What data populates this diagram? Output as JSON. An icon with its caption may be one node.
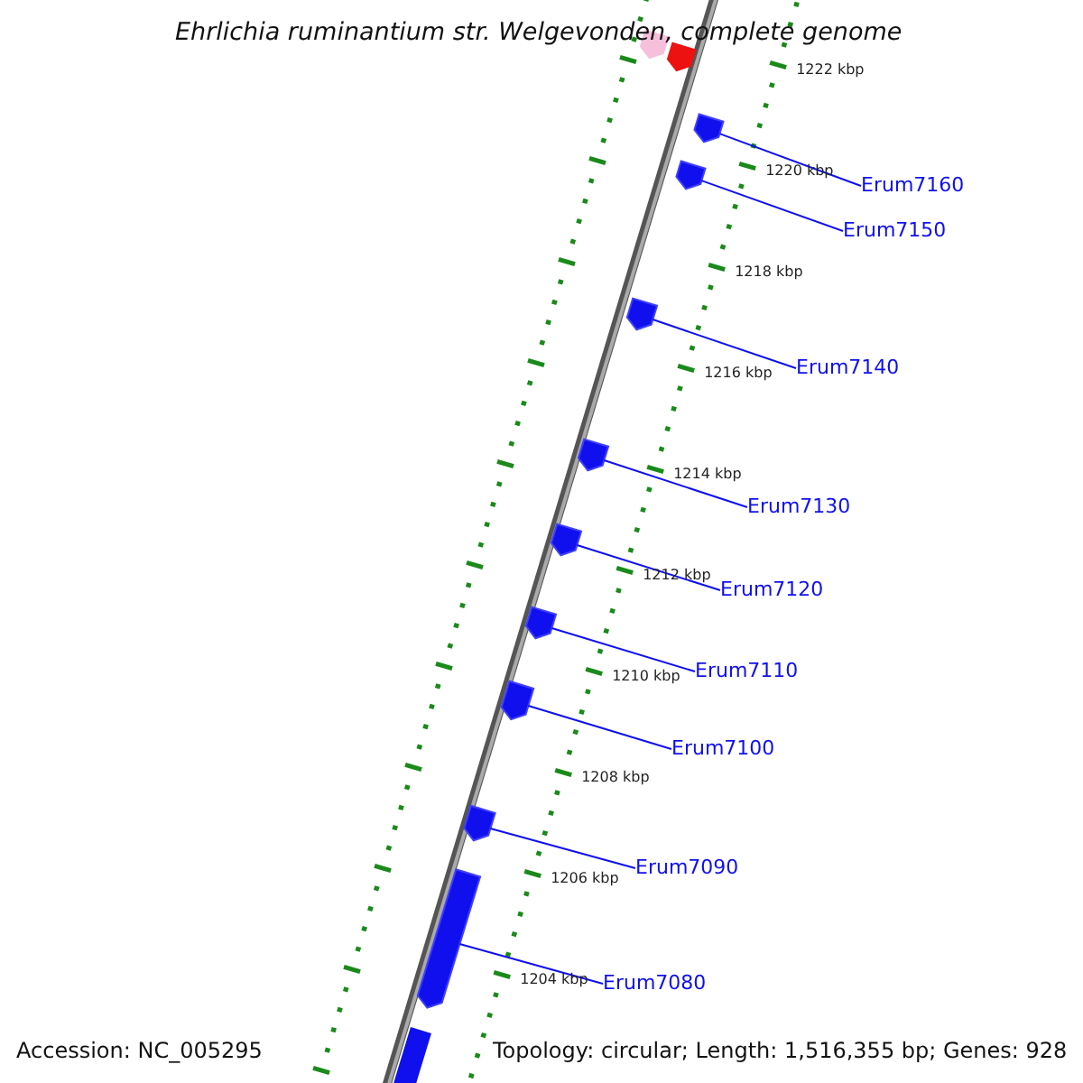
{
  "diagram": {
    "title": "Ehrlichia ruminantium str. Welgevonden, complete genome",
    "nodes": [
      {
        "text": [],
        "shape": "box"
      },
      {
        "text": [
          "Erum7160"
        ]
      },
      {
        "text": [],
        "shape": "box"
      },
      {
        "text": [
          "Erum7150"
        ]
      },
      {
        "text": [],
        "shape": "box"
      },
      {
        "text": [
          "Erum7140"
        ]
      },
      {
        "text": [],
        "shape": "box"
      },
      {
        "text": [
          "Erum7130"
        ]
      },
      {
        "text": [],
        "shape": "box"
      },
      {
        "text": [
          "Erum7120"
        ]
      },
      {
        "text": [],
        "shape": "box"
      },
      {
        "text": [
          "Erum7110"
        ]
      },
      {
        "text": [],
        "shape": "box"
      },
      {
        "text": [
          "Erum7100"
        ]
      },
      {
        "text": [],
        "shape": "box"
      },
      {
        "text": [
          "Erum7090"
        ]
      },
      {
        "text": [],
        "shape": "box"
      },
      {
        "text": [
          "Erum7080"
        ]
      }
    ],
    "edges": [
      {
        "from": 1,
        "to": 0,
        "arrow": "none"
      },
      {
        "from": 3,
        "to": 2,
        "arrow": "none"
      },
      {
        "from": 5,
        "to": 4,
        "arrow": "none"
      },
      {
        "from": 7,
        "to": 6,
        "arrow": "none"
      },
      {
        "from": 9,
        "to": 8,
        "arrow": "none"
      },
      {
        "from": 11,
        "to": 10,
        "arrow": "none"
      },
      {
        "from": 13,
        "to": 12,
        "arrow": "none"
      },
      {
        "from": 15,
        "to": 14,
        "arrow": "none"
      },
      {
        "from": 17,
        "to": 16,
        "arrow": "none"
      }
    ],
    "labels": [
      "1222 kbp",
      "1220 kbp",
      "1218 kbp",
      "1216 kbp",
      "1214 kbp",
      "1212 kbp",
      "1210 kbp",
      "1208 kbp",
      "1206 kbp",
      "1204 kbp",
      "Accession: NC_005295",
      "Topology: circular; Length: 1,516,355 bp; Genes: 928"
    ]
  }
}
